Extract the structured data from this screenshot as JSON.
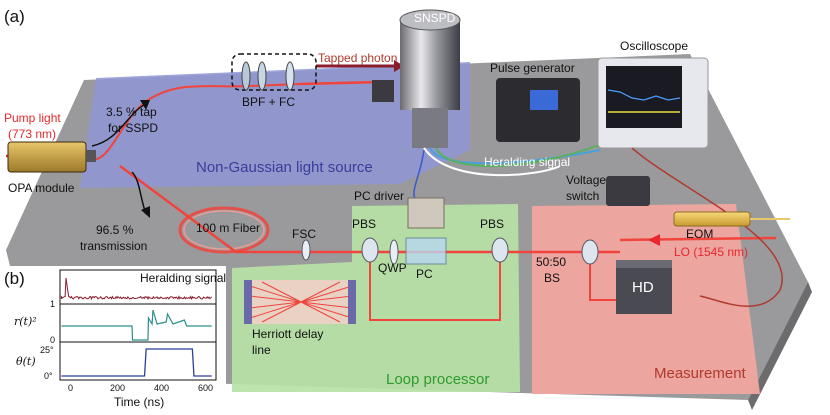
{
  "panel_labels": {
    "a": "(a)",
    "b": "(b)"
  },
  "sources": {
    "pump_light_line1": "Pump light",
    "pump_light_line2": "(773 nm)",
    "opa_module": "OPA module",
    "tap_line1": "3.5 % tap",
    "tap_line2": "for SSPD",
    "transmission_line1": "96.5 %",
    "transmission_line2": "transmission"
  },
  "components": {
    "bpf_fc": "BPF + FC",
    "snspd": "SNSPD",
    "tapped_photon": "Tapped photon",
    "pulse_generator": "Pulse generator",
    "oscilloscope": "Oscilloscope",
    "heralding_signal": "Heralding signal",
    "voltage_switch_line1": "Voltage",
    "voltage_switch_line2": "switch",
    "pc_driver": "PC driver",
    "fiber": "100 m Fiber",
    "fsc": "FSC",
    "pbs_left": "PBS",
    "pbs_right": "PBS",
    "qwp": "QWP",
    "pc": "PC",
    "bs_line1": "50:50",
    "bs_line2": "BS",
    "eom": "EOM",
    "lo": "LO (1545 nm)",
    "hd": "HD",
    "herriott_line1": "Herriott delay",
    "herriott_line2": "line"
  },
  "regions": {
    "source": "Non-Gaussian light source",
    "loop": "Loop processor",
    "measurement": "Measurement"
  },
  "inset": {
    "title": "Heralding signal",
    "ylabel_r": "r(t)²",
    "ylabel_theta": "θ(t)",
    "r_ticks": [
      "1",
      "0"
    ],
    "theta_ticks": [
      "25°",
      "0°"
    ],
    "x_ticks": [
      "0",
      "200",
      "400",
      "600"
    ],
    "xlabel": "Time (ns)"
  },
  "colors": {
    "beam": "#f0443c",
    "source_panel": "#8f97d6",
    "loop_panel": "#b9e2a7",
    "measurement_panel": "#f1a5a0",
    "heralding_trace": "#8a1c2c",
    "r_trace": "#2a8f8a",
    "theta_trace": "#2a3f9a"
  }
}
